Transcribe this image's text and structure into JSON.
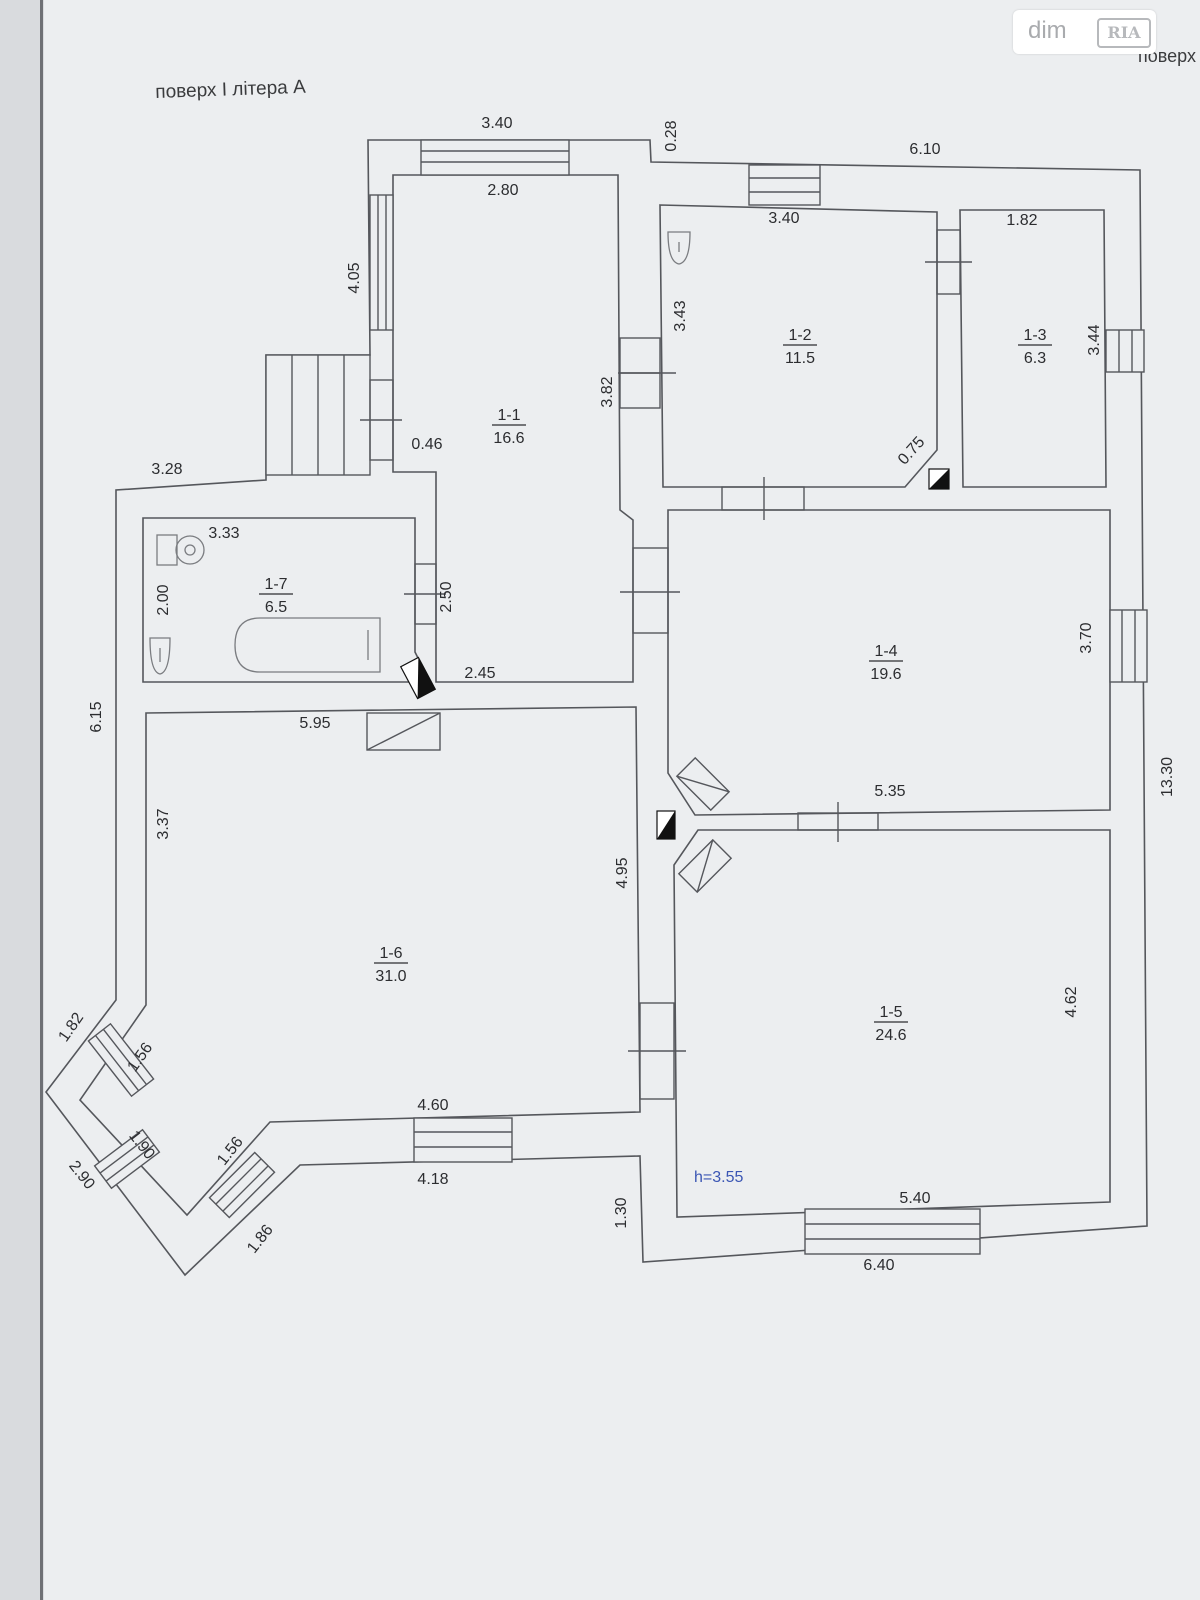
{
  "header": {
    "floor_title": "поверх І літера А",
    "top_right_fragment": "поверх"
  },
  "logo": {
    "text": "dim",
    "badge": "RIA"
  },
  "ceiling_height": "h=3.55",
  "rooms": [
    {
      "code": "1-1",
      "area": "16.6"
    },
    {
      "code": "1-2",
      "area": "11.5"
    },
    {
      "code": "1-3",
      "area": "6.3"
    },
    {
      "code": "1-4",
      "area": "19.6"
    },
    {
      "code": "1-5",
      "area": "24.6"
    },
    {
      "code": "1-6",
      "area": "31.0"
    },
    {
      "code": "1-7",
      "area": "6.5"
    }
  ],
  "dimensions": [
    "3.40",
    "0.28",
    "6.10",
    "2.80",
    "3.40",
    "1.82",
    "4.05",
    "3.43",
    "3.44",
    "3.82",
    "0.46",
    "0.75",
    "3.28",
    "3.33",
    "2.00",
    "2.50",
    "2.45",
    "3.70",
    "6.15",
    "5.95",
    "5.35",
    "13.30",
    "3.37",
    "4.95",
    "4.62",
    "1.82",
    "1.56",
    "4.60",
    "1.90",
    "1.56",
    "4.18",
    "1.30",
    "5.40",
    "2.90",
    "1.86",
    "6.40"
  ],
  "colors": {
    "paper": "#eceef0",
    "line": "#55575c",
    "height_label": "#3b56b4"
  }
}
